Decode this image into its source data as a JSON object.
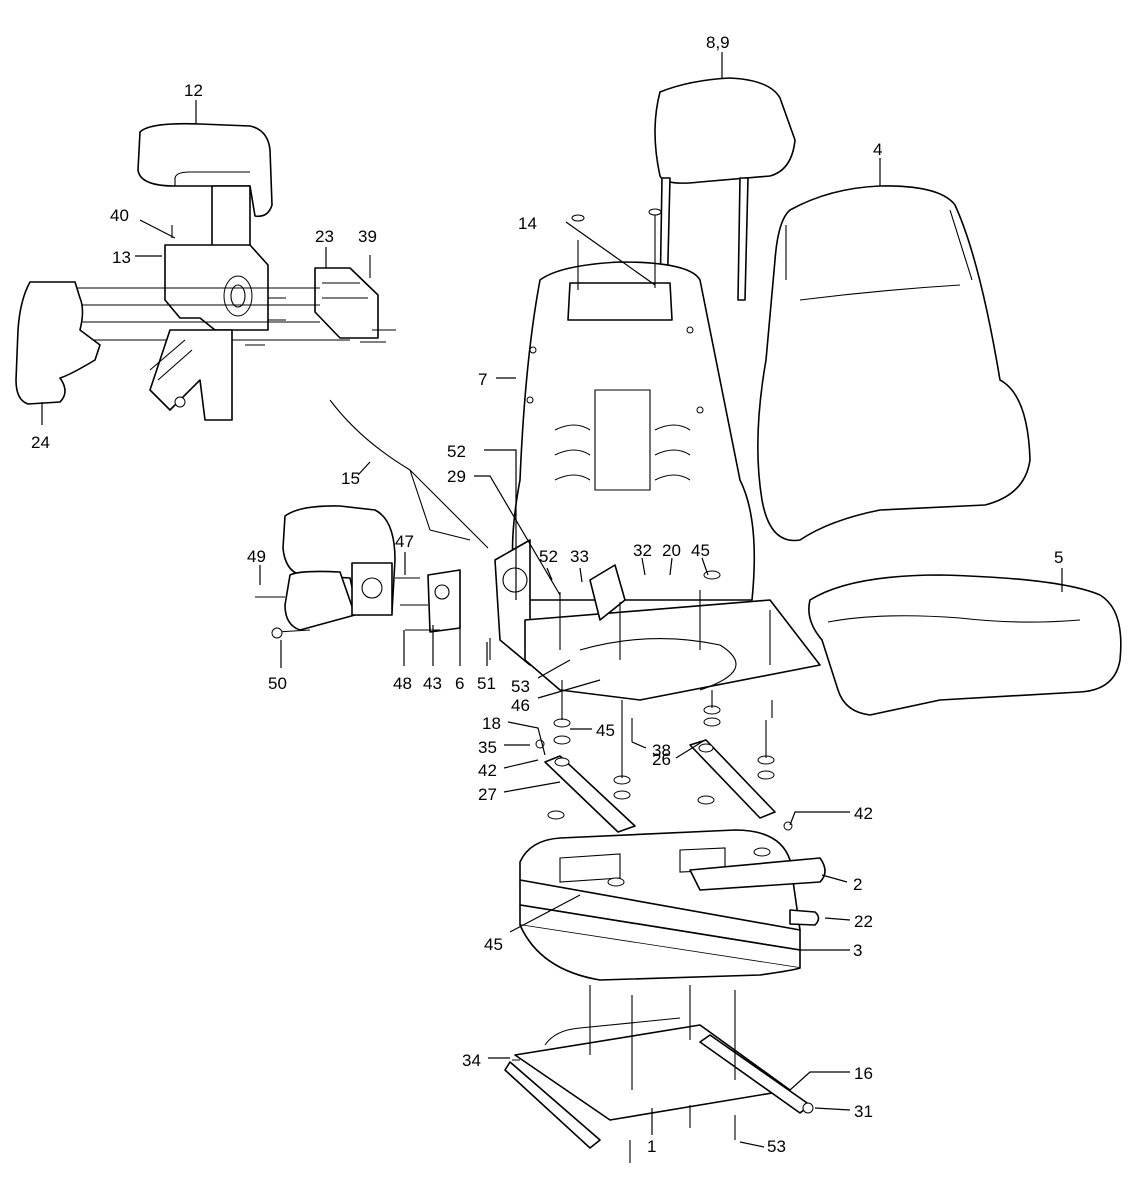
{
  "diagram": {
    "callouts": [
      {
        "id": "c12",
        "text": "12"
      },
      {
        "id": "c89",
        "text": "8,9"
      },
      {
        "id": "c4",
        "text": "4"
      },
      {
        "id": "c40",
        "text": "40"
      },
      {
        "id": "c23",
        "text": "23"
      },
      {
        "id": "c39",
        "text": "39"
      },
      {
        "id": "c13",
        "text": "13"
      },
      {
        "id": "c14",
        "text": "14"
      },
      {
        "id": "c7",
        "text": "7"
      },
      {
        "id": "c24",
        "text": "24"
      },
      {
        "id": "c15",
        "text": "15"
      },
      {
        "id": "c52a",
        "text": "52"
      },
      {
        "id": "c29",
        "text": "29"
      },
      {
        "id": "c5",
        "text": "5"
      },
      {
        "id": "c49",
        "text": "49"
      },
      {
        "id": "c47",
        "text": "47"
      },
      {
        "id": "c52b",
        "text": "52"
      },
      {
        "id": "c33",
        "text": "33"
      },
      {
        "id": "c32",
        "text": "32"
      },
      {
        "id": "c20",
        "text": "20"
      },
      {
        "id": "c45a",
        "text": "45"
      },
      {
        "id": "c50",
        "text": "50"
      },
      {
        "id": "c48",
        "text": "48"
      },
      {
        "id": "c43",
        "text": "43"
      },
      {
        "id": "c6",
        "text": "6"
      },
      {
        "id": "c51",
        "text": "51"
      },
      {
        "id": "c53a",
        "text": "53"
      },
      {
        "id": "c46",
        "text": "46"
      },
      {
        "id": "c18",
        "text": "18"
      },
      {
        "id": "c45b",
        "text": "45"
      },
      {
        "id": "c35",
        "text": "35"
      },
      {
        "id": "c38",
        "text": "38"
      },
      {
        "id": "c42a",
        "text": "42"
      },
      {
        "id": "c26",
        "text": "26"
      },
      {
        "id": "c27",
        "text": "27"
      },
      {
        "id": "c42b",
        "text": "42"
      },
      {
        "id": "c2",
        "text": "2"
      },
      {
        "id": "c22",
        "text": "22"
      },
      {
        "id": "c45c",
        "text": "45"
      },
      {
        "id": "c3",
        "text": "3"
      },
      {
        "id": "c34",
        "text": "34"
      },
      {
        "id": "c16",
        "text": "16"
      },
      {
        "id": "c31",
        "text": "31"
      },
      {
        "id": "c1",
        "text": "1"
      },
      {
        "id": "c53b",
        "text": "53"
      }
    ]
  }
}
